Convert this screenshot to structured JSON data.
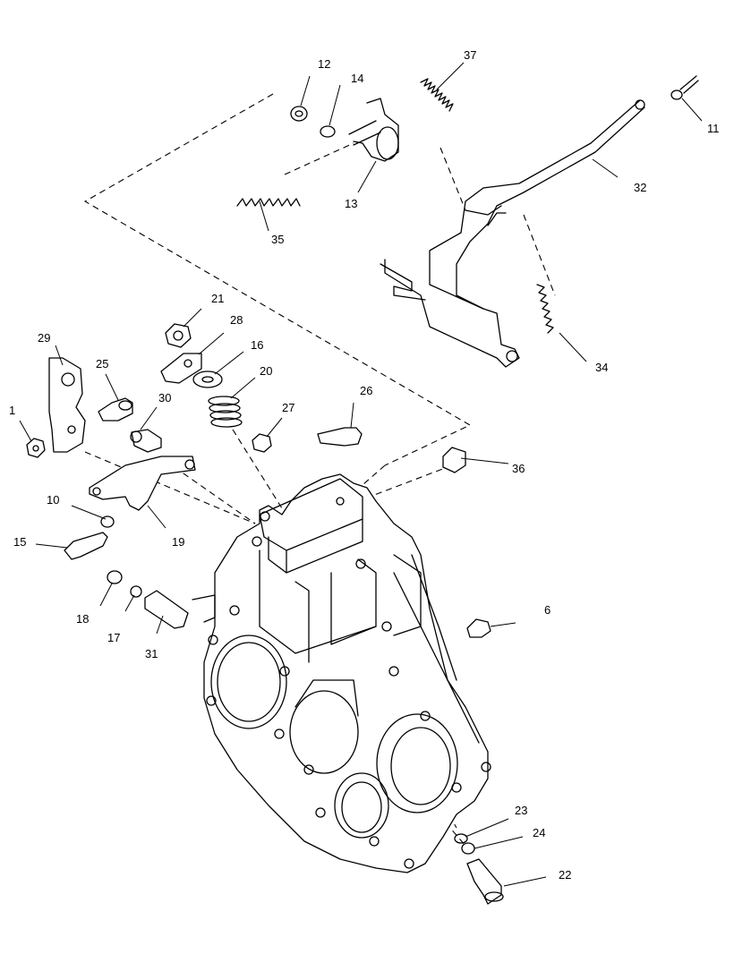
{
  "figure": {
    "callouts": [
      {
        "id": "c1",
        "text": "1"
      },
      {
        "id": "c6",
        "text": "6"
      },
      {
        "id": "c10",
        "text": "10"
      },
      {
        "id": "c11",
        "text": "11"
      },
      {
        "id": "c12",
        "text": "12"
      },
      {
        "id": "c13",
        "text": "13"
      },
      {
        "id": "c14",
        "text": "14"
      },
      {
        "id": "c15",
        "text": "15"
      },
      {
        "id": "c16",
        "text": "16"
      },
      {
        "id": "c17",
        "text": "17"
      },
      {
        "id": "c18",
        "text": "18"
      },
      {
        "id": "c19",
        "text": "19"
      },
      {
        "id": "c20",
        "text": "20"
      },
      {
        "id": "c21",
        "text": "21"
      },
      {
        "id": "c22",
        "text": "22"
      },
      {
        "id": "c23",
        "text": "23"
      },
      {
        "id": "c24",
        "text": "24"
      },
      {
        "id": "c25",
        "text": "25"
      },
      {
        "id": "c26",
        "text": "26"
      },
      {
        "id": "c27",
        "text": "27"
      },
      {
        "id": "c28",
        "text": "28"
      },
      {
        "id": "c29",
        "text": "29"
      },
      {
        "id": "c30",
        "text": "30"
      },
      {
        "id": "c31",
        "text": "31"
      },
      {
        "id": "c32",
        "text": "32"
      },
      {
        "id": "c34",
        "text": "34"
      },
      {
        "id": "c35",
        "text": "35"
      },
      {
        "id": "c36",
        "text": "36"
      },
      {
        "id": "c37",
        "text": "37"
      }
    ]
  }
}
